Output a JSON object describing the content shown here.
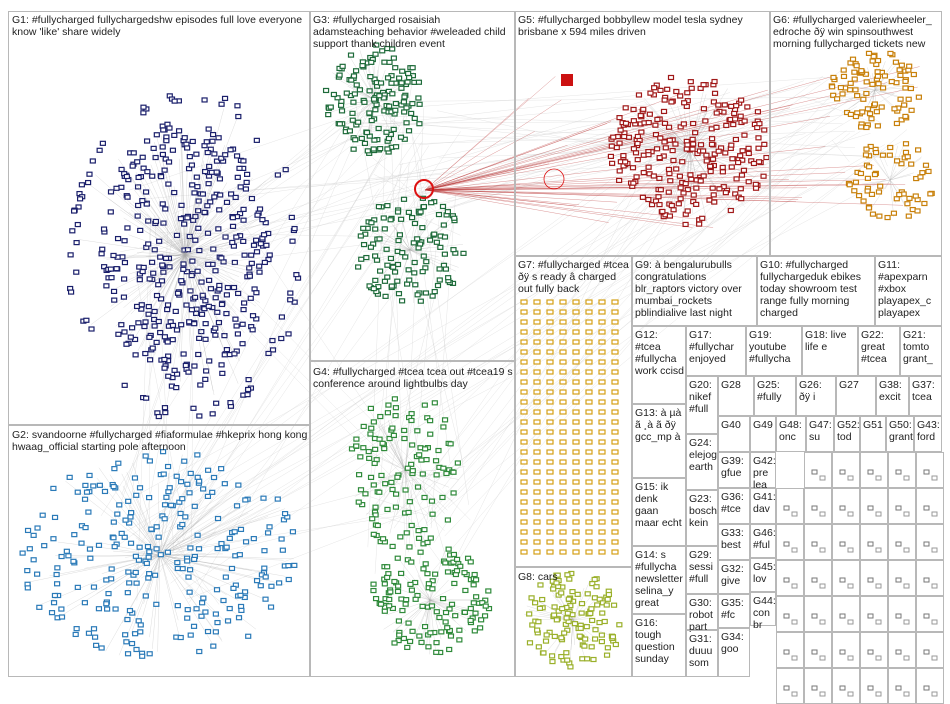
{
  "groups": [
    {
      "id": "G1",
      "label": "G1: #fullycharged fullychargedshw episodes full love everyone know 'like' share widely",
      "color": "#1a1f6b"
    },
    {
      "id": "G2",
      "label": "G2: svandoorne #fullycharged #fiaformulae #hkeprix hong kong hwaag_official starting pole afternoon",
      "color": "#2a7ab8"
    },
    {
      "id": "G3",
      "label": "G3: #fullycharged rosaisiah adamsteaching behavior #weleaded child support thank children event",
      "color": "#1e6b3a"
    },
    {
      "id": "G4",
      "label": "G4: #fullycharged #tcea tcea out #tcea19 s conference around lightbulbs day",
      "color": "#2f8a3a"
    },
    {
      "id": "G5",
      "label": "G5: #fullycharged bobbyllew model tesla sydney brisbane x 594 miles driven",
      "color": "#a01818"
    },
    {
      "id": "G6",
      "label": "G6: #fullycharged valeriewheeler_ edroche ðÿ win spinsouthwest morning fullycharged tickets new",
      "color": "#c8800a"
    },
    {
      "id": "G7",
      "label": "G7: #fullycharged #tcea ðÿ s ready â charged out fully back",
      "color": "#d4a017"
    },
    {
      "id": "G8",
      "label": "G8: cars",
      "color": "#9ab02a"
    },
    {
      "id": "G9",
      "label": "G9: à bengalurubulls congratulations blr_raptors victory over mumbai_rockets pblindialive last night",
      "color": "#555"
    },
    {
      "id": "G10",
      "label": "G10: #fullycharged fullychargeduk ebikes today showroom test range fully morning charged",
      "color": "#555"
    },
    {
      "id": "G11",
      "label": "G11: #apexparn #xbox playapex_c playapex",
      "color": "#555"
    },
    {
      "id": "G12",
      "label": "G12: #tcea #fullycha work ccisd",
      "color": "#555"
    },
    {
      "id": "G13",
      "label": "G13: à µà ã ¸à ã ðÿ gcc_mp à",
      "color": "#555"
    },
    {
      "id": "G14",
      "label": "G14: s #fullycha newsletter selina_y great",
      "color": "#555"
    },
    {
      "id": "G15",
      "label": "G15: ik denk gaan maar echt",
      "color": "#555"
    },
    {
      "id": "G16",
      "label": "G16: tough question sunday",
      "color": "#555"
    },
    {
      "id": "G17",
      "label": "G17: #fullychar enjoyed",
      "color": "#555"
    },
    {
      "id": "G18",
      "label": "G18: live life e",
      "color": "#555"
    },
    {
      "id": "G19",
      "label": "G19: youtube #fullycha",
      "color": "#555"
    },
    {
      "id": "G20",
      "label": "G20: nikef #full",
      "color": "#555"
    },
    {
      "id": "G21",
      "label": "G21: tomto grant_",
      "color": "#555"
    },
    {
      "id": "G22",
      "label": "G22: great #tcea",
      "color": "#555"
    },
    {
      "id": "G23",
      "label": "G23: bosch kein",
      "color": "#555"
    },
    {
      "id": "G24",
      "label": "G24: elejog earth",
      "color": "#555"
    },
    {
      "id": "G25",
      "label": "G25: #fully",
      "color": "#555"
    },
    {
      "id": "G26",
      "label": "G26: ðÿ i",
      "color": "#555"
    },
    {
      "id": "G27",
      "label": "G27",
      "color": "#555"
    },
    {
      "id": "G28",
      "label": "G28",
      "color": "#555"
    },
    {
      "id": "G29",
      "label": "G29: sessi #full",
      "color": "#555"
    },
    {
      "id": "G30",
      "label": "G30: robot part",
      "color": "#555"
    },
    {
      "id": "G31",
      "label": "G31: duuu som",
      "color": "#555"
    },
    {
      "id": "G32",
      "label": "G32: give",
      "color": "#555"
    },
    {
      "id": "G33",
      "label": "G33: best",
      "color": "#555"
    },
    {
      "id": "G34",
      "label": "G34: goo",
      "color": "#555"
    },
    {
      "id": "G35",
      "label": "G35: #fc",
      "color": "#555"
    },
    {
      "id": "G36",
      "label": "G36: #tce",
      "color": "#555"
    },
    {
      "id": "G37",
      "label": "G37: tcea",
      "color": "#555"
    },
    {
      "id": "G38",
      "label": "G38: excit",
      "color": "#555"
    },
    {
      "id": "G39",
      "label": "G39: gfue",
      "color": "#555"
    },
    {
      "id": "G40",
      "label": "G40",
      "color": "#555"
    },
    {
      "id": "G41",
      "label": "G41: dav",
      "color": "#555"
    },
    {
      "id": "G42",
      "label": "G42: pre lea",
      "color": "#555"
    },
    {
      "id": "G43",
      "label": "G43: ford",
      "color": "#555"
    },
    {
      "id": "G44",
      "label": "G44: con br",
      "color": "#555"
    },
    {
      "id": "G45",
      "label": "G45: lov",
      "color": "#555"
    },
    {
      "id": "G46",
      "label": "G46: #ful",
      "color": "#555"
    },
    {
      "id": "G47",
      "label": "G47: su",
      "color": "#555"
    },
    {
      "id": "G48",
      "label": "G48: onc",
      "color": "#555"
    },
    {
      "id": "G49",
      "label": "G49",
      "color": "#555"
    },
    {
      "id": "G50",
      "label": "G50: grant",
      "color": "#555"
    },
    {
      "id": "G51",
      "label": "G51",
      "color": "#555"
    },
    {
      "id": "G52",
      "label": "G52: tod",
      "color": "#555"
    }
  ]
}
